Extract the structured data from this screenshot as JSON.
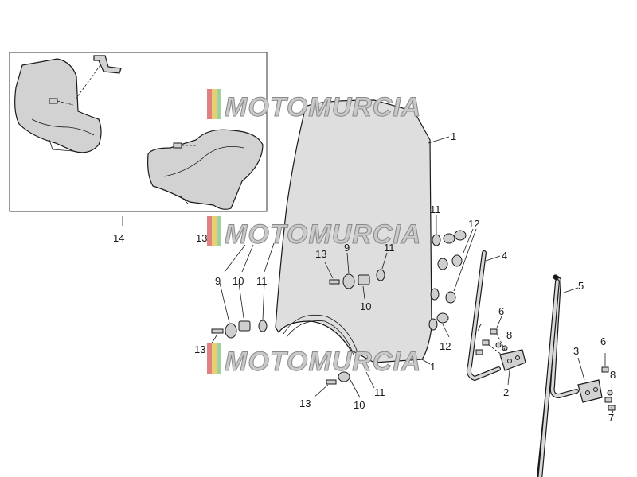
{
  "diagram": {
    "watermark": "MOTOMURCIA",
    "colors": {
      "watermark_fill": "#c9c9c9",
      "watermark_stroke": "#8a8a8a",
      "stripe_red": "#e08080",
      "stripe_yellow": "#e8d070",
      "stripe_green": "#9fd0a0",
      "part_fill": "#d2d2d2",
      "line": "#1a1a1a"
    },
    "labels": {
      "windscreen": "1",
      "hinge_right": "2",
      "hinge_left": "3",
      "bracket_right": "4",
      "bracket_left": "5",
      "screw_6a": "6",
      "screw_6b": "6",
      "screw_7a": "7",
      "screw_7b": "7",
      "washer_8a": "8",
      "washer_8b": "8",
      "spacer_9a": "9",
      "spacer_9b": "9",
      "bush_10a": "10",
      "bush_10b": "10",
      "bush_10c": "10",
      "washer_11a": "11",
      "washer_11b": "11",
      "washer_11c": "11",
      "washer_11d": "11",
      "grommet_12a": "12",
      "grommet_12b": "12",
      "screw_13a": "13",
      "screw_13b": "13",
      "screw_13c": "13",
      "screw_13d": "13",
      "handguard_kit": "14",
      "label_1b": "1"
    }
  }
}
